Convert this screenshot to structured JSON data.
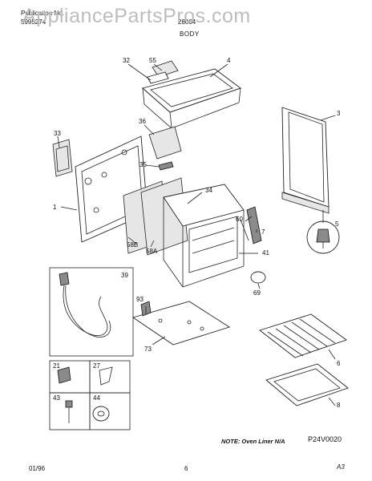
{
  "header": {
    "publication_label": "Publication No.",
    "publication_number": "5995274",
    "model_code": "28004",
    "watermark": "AppliancePartsPros.com",
    "section_title": "BODY"
  },
  "callouts": {
    "c1": "1",
    "c3": "3",
    "c4": "4",
    "c5": "5",
    "c6": "6",
    "c7": "7",
    "c8": "8",
    "c21": "21",
    "c27": "27",
    "c32": "32",
    "c33": "33",
    "c34": "34",
    "c35": "35",
    "c36": "36",
    "c39": "39",
    "c41": "41",
    "c43": "43",
    "c44": "44",
    "c55": "55",
    "c58a": "58A",
    "c58b": "58B",
    "c60": "60",
    "c69": "69",
    "c73": "73",
    "c93": "93"
  },
  "note": "NOTE: Oven Liner N/A",
  "diagram_code": "P24V0020",
  "footer": {
    "date": "01/96",
    "page": "6",
    "mark": "A3"
  },
  "icons": [
    "power-cord-icon",
    "oven-rack-icon",
    "broiler-pan-icon",
    "leveling-leg-icon"
  ]
}
